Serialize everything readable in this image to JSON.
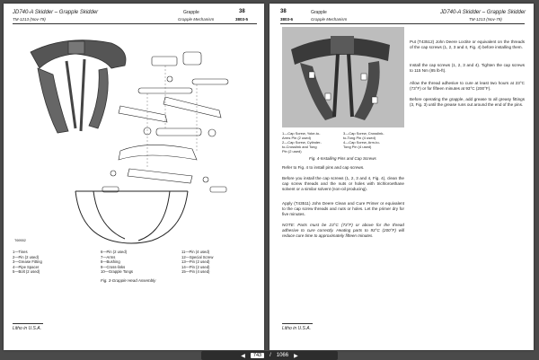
{
  "left_page": {
    "header_title": "JD740-A Skidder – Grapple Skidder",
    "header_sub": "TM-1213   (Nov-79)",
    "header_section": "Grapple",
    "header_subsection": "Grapple Mechanism",
    "page_number": "38",
    "page_ref": "3803-5",
    "figure_code": "T69552",
    "legend": [
      [
        "1—Tines",
        "2—Pin (2 used)",
        "3—Grease Fitting",
        "4—Pipe Spacer",
        "5—Bolt (2 used)"
      ],
      [
        "6—Pin (2 used)",
        "7—Arms",
        "8—Bushing",
        "9—Cross-links",
        "10—Grapple Tongs"
      ],
      [
        "11—Pin (4 used)",
        "12—Special Screw",
        "13—Pin (2 used)",
        "14—Pin (2 used)",
        "15—Pin (4 used)"
      ]
    ],
    "caption": "Fig. 3-Grapple Head Assembly",
    "footer": "Litho in U.S.A."
  },
  "right_page": {
    "header_num": "38",
    "header_ref": "3803-6",
    "header_section": "Grapple",
    "header_subsection": "Grapple Mechanism",
    "header_title": "JD740-A Skidder – Grapple Skidder",
    "header_sub": "TM-1213   (Nov-79)",
    "legend": [
      [
        "1—Cap Screw, Yoke-to-",
        "Arms Pin (2 used)",
        "2—Cap Screw, Cylinder-",
        "to-Crosslink and Tong",
        "Pin (2 used)"
      ],
      [
        "3—Cap Screw, Crosslink-",
        "to-Tong Pin (4 used)",
        "4—Cap Screw, Arm-to-",
        "Tong Pin (4 used)"
      ]
    ],
    "caption": "Fig. 4-Installing Pins and Cap Screws",
    "para_top_1": "Put (T43512) John Deere Loctite or equivalent on the threads of the cap screws (1, 2, 3 and 4, Fig. 4) before installing them.",
    "para_top_2": "Install the cap screws (1, 2, 3 and 4). Tighten the cap screws to 115 Nm (85 lb-ft).",
    "para_top_3": "Allow the thread adhesive to cure at least two hours at 23°C (73°F) or for fifteen minutes at 93°C (200°F).",
    "para_top_4": "Before operating the grapple, add grease to all greasy fittings (3, Fig. 3) until the grease runs out around the end of the pins.",
    "para_1": "Refer to Fig. 4 to install pins and cap screws.",
    "para_2": "Before you install the cap screws (1, 2, 3 and 4, Fig. 4), clean the cap screw threads and the nuts or holes with trichloroethane solvent or a similar solvent (non-oil producing).",
    "para_3": "Apply (T43511) John Deere Clean and Cure Primer or equivalent to the cap screw threads and nuts or holes. Let the primer dry for five minutes.",
    "para_4": "NOTE: Parts must be 23°C (73°F) or above for the thread adhesive to cure correctly. Heating parts to 93°C (200°F) will reduce cure time to approximately fifteen minutes.",
    "footer": "Litho in U.S.A."
  },
  "pager": {
    "current": "743",
    "total": "1066",
    "separator": "/"
  }
}
